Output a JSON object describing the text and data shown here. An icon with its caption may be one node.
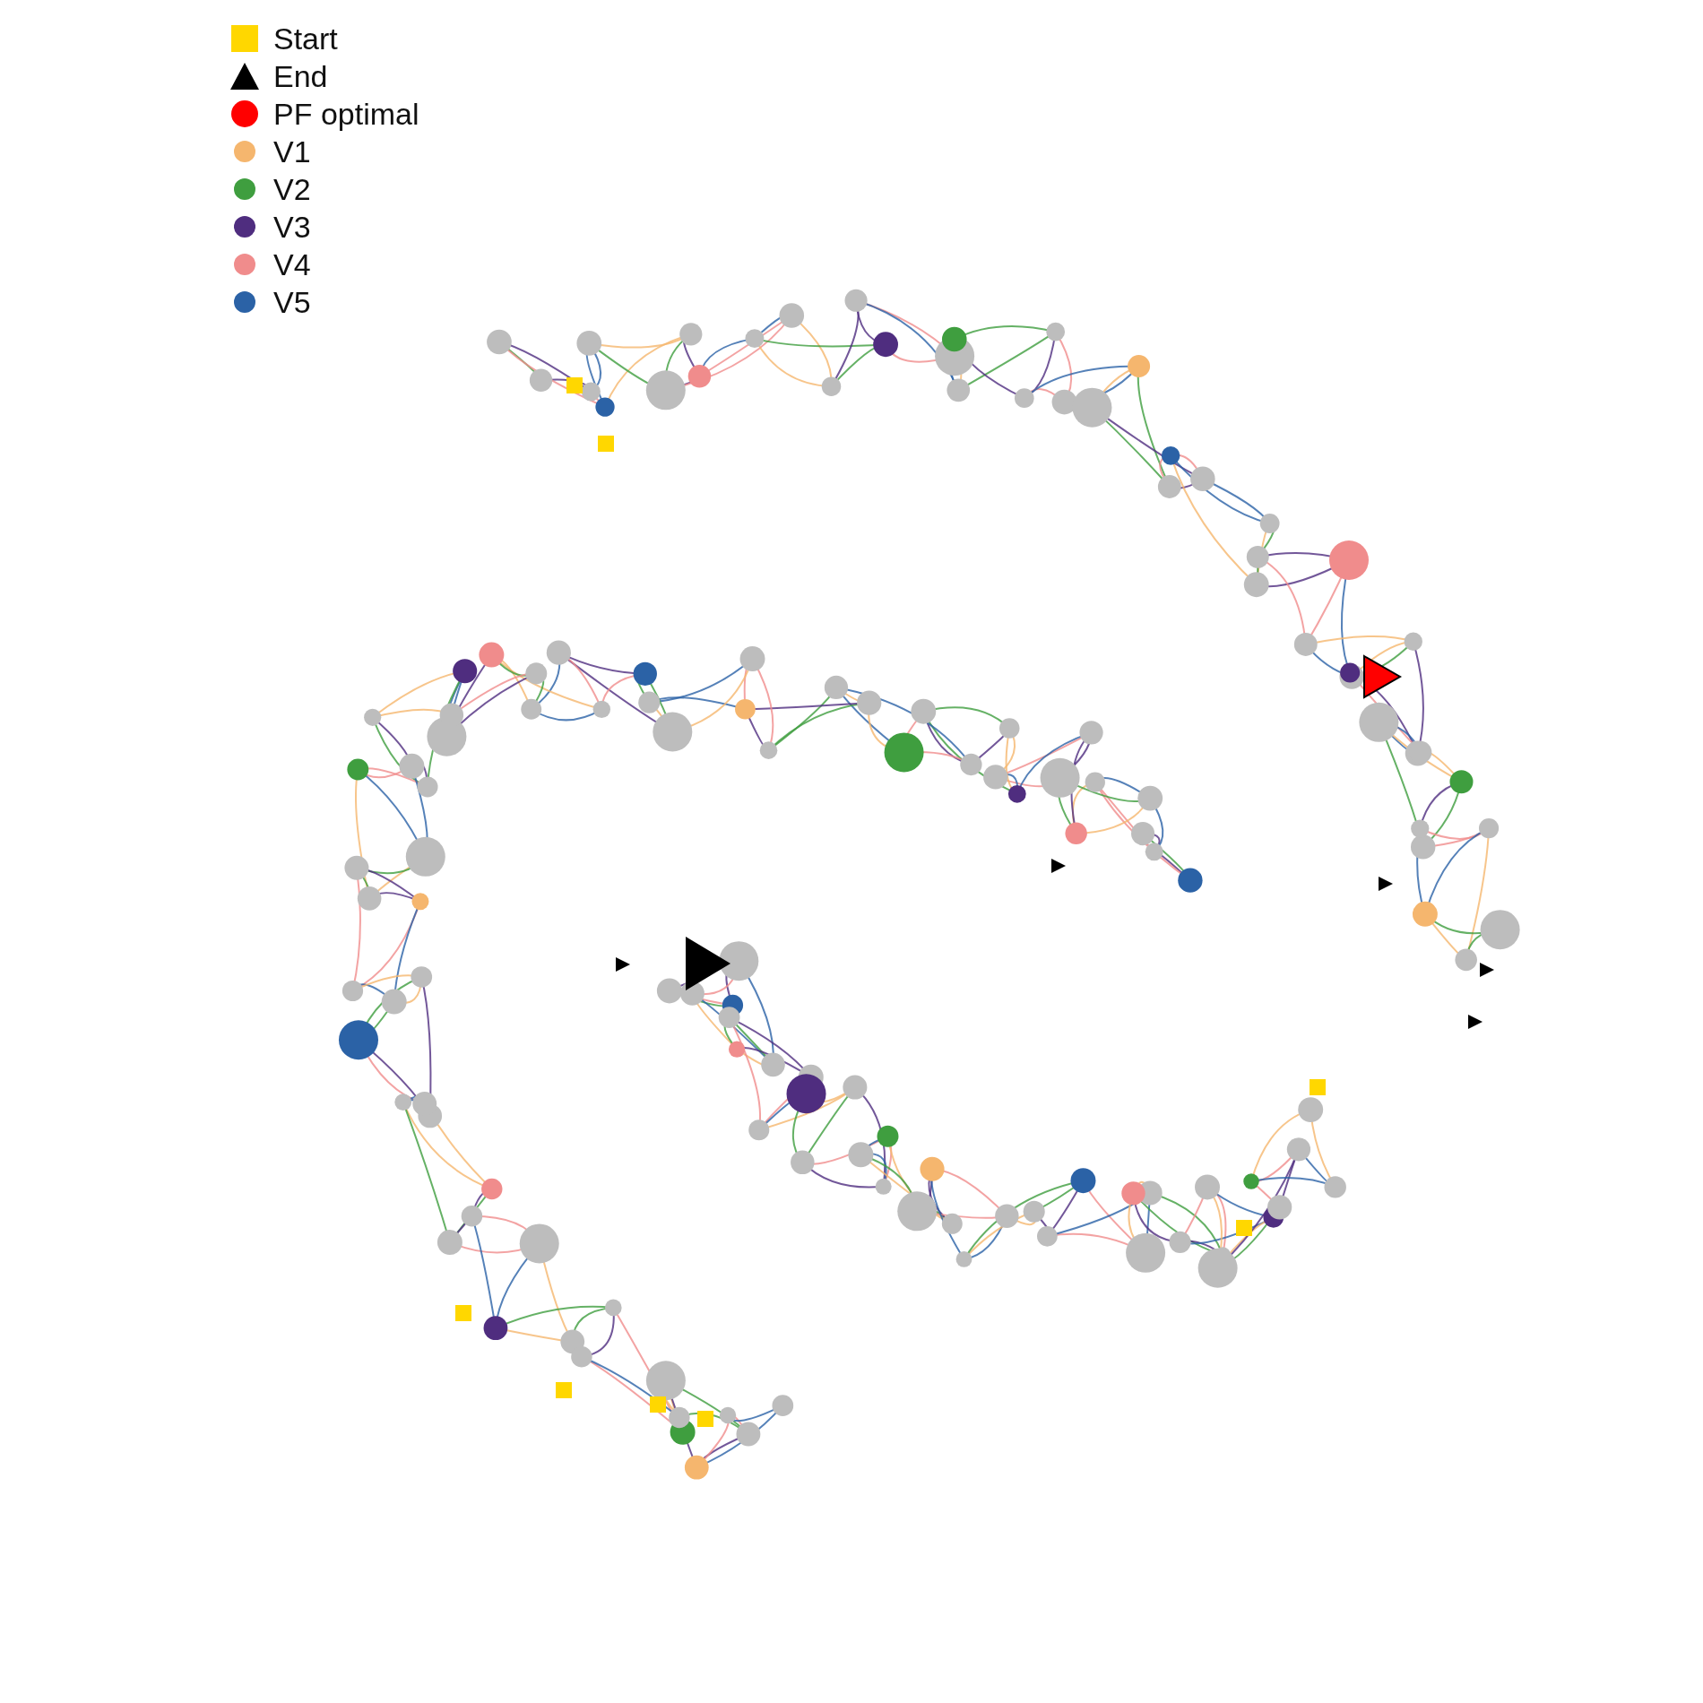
{
  "diagram": {
    "legend": [
      {
        "text": "Start",
        "color": "#ffd700"
      },
      {
        "text": "End",
        "color": "#000000"
      },
      {
        "text": "PF optimal",
        "color": "#ff0000"
      },
      {
        "text": "V1",
        "color": "#f5b66e"
      },
      {
        "text": "V2",
        "color": "#3f9e3f"
      },
      {
        "text": "V3",
        "color": "#4f2d7f"
      },
      {
        "text": "V4",
        "color": "#f08c8c"
      },
      {
        "text": "V5",
        "color": "#2b62a6"
      }
    ]
  }
}
